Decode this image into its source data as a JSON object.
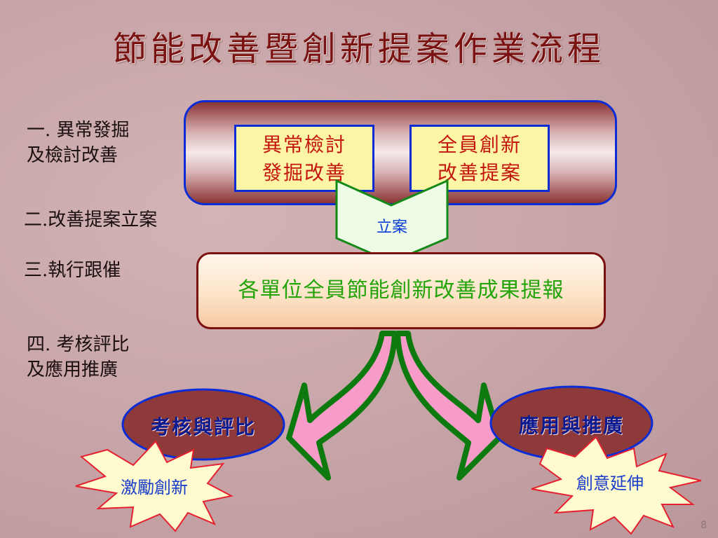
{
  "title": "節能改善暨創新提案作業流程",
  "steps": [
    {
      "text": "一. 異常發掘\n及檢討改善"
    },
    {
      "text": "二.改善提案立案"
    },
    {
      "text": "三.執行跟催"
    },
    {
      "text": "四. 考核評比\n及應用推廣"
    }
  ],
  "boxes": {
    "left": "異常檢討\n發掘改善",
    "right": "全員創新\n改善提案"
  },
  "chevron_label": "立案",
  "result_box": "各單位全員節能創新改善成果提報",
  "ellipses": {
    "left": "考核與評比",
    "right": "應用與推廣"
  },
  "stars": {
    "left": "激勵創新",
    "right": "創意延伸"
  },
  "page_number": "8",
  "colors": {
    "title": "#7a1212",
    "frame_blue": "#0a2cd6",
    "box_fill": "#fdf5a6",
    "box_text": "#c4150f",
    "result_text": "#22a40a",
    "ellipse_fill": "#8e3a3a",
    "ellipse_text": "#0a1a90",
    "arrow_pink": "#f79bc9",
    "arrow_green": "#0d7a10"
  }
}
